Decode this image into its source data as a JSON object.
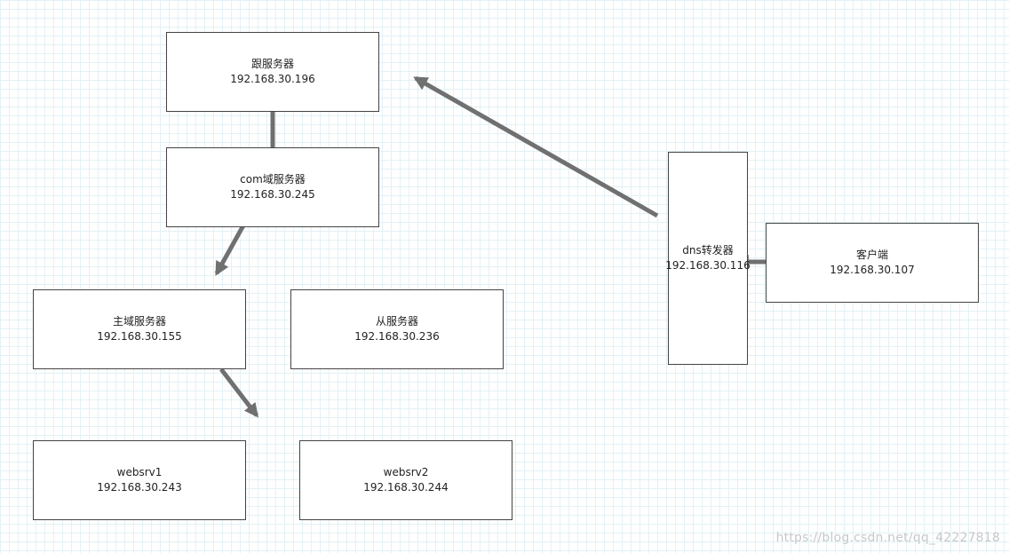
{
  "diagram": {
    "nodes": [
      {
        "id": "root",
        "title": "跟服务器",
        "ip": "192.168.30.196"
      },
      {
        "id": "com",
        "title": "com域服务器",
        "ip": "192.168.30.245"
      },
      {
        "id": "master",
        "title": "主域服务器",
        "ip": "192.168.30.155"
      },
      {
        "id": "slave",
        "title": "从服务器",
        "ip": "192.168.30.236"
      },
      {
        "id": "web1",
        "title": "websrv1",
        "ip": "192.168.30.243"
      },
      {
        "id": "web2",
        "title": "websrv2",
        "ip": "192.168.30.244"
      },
      {
        "id": "dns",
        "title": "dns转发器",
        "ip": "192.168.30.116"
      },
      {
        "id": "client",
        "title": "客户端",
        "ip": "192.168.30.107"
      }
    ],
    "edges": [
      {
        "from": "root",
        "to": "com"
      },
      {
        "from": "com",
        "to": "master"
      },
      {
        "from": "master",
        "to": "web1"
      },
      {
        "from": "dns",
        "to": "root"
      },
      {
        "from": "client",
        "to": "dns"
      }
    ]
  },
  "colors": {
    "arrow": "#707070",
    "box_border": "#444444",
    "grid": "#e3f1f6"
  },
  "watermark": "https://blog.csdn.net/qq_42227818"
}
